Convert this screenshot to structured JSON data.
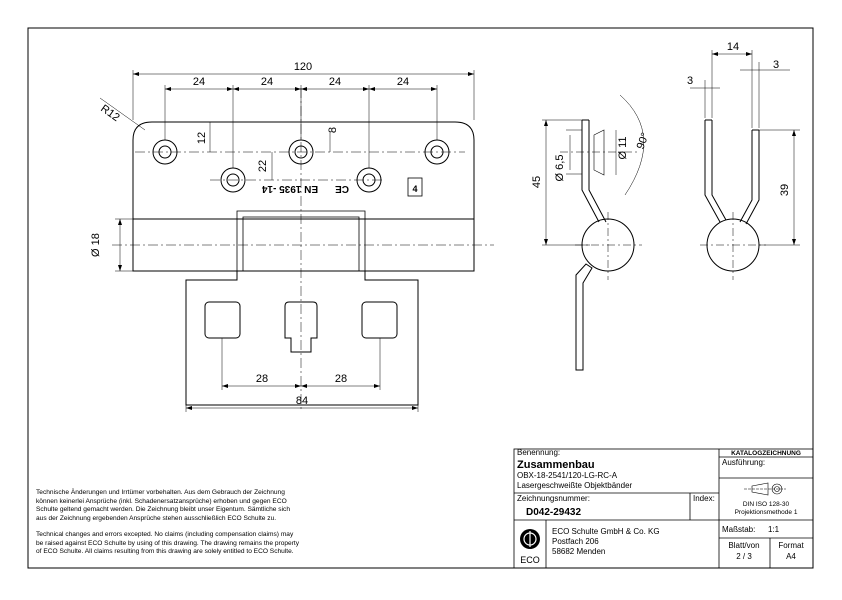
{
  "dimensions": {
    "overall_width": "120",
    "hole_pitch_1": "24",
    "hole_pitch_2": "24",
    "hole_pitch_3": "24",
    "hole_pitch_4": "24",
    "corner_radius": "R12",
    "edge_to_hole": "12",
    "hole_row_offset": "22",
    "hole_top_offset": "8",
    "pin_diameter": "Ø 18",
    "slot_pitch_1": "28",
    "slot_pitch_2": "28",
    "lower_width": "84",
    "hole_dia_1": "Ø 6,5",
    "hole_dia_2": "Ø 11",
    "countersink_angle": "90°",
    "side_height": "45",
    "gap_offset": "14",
    "thickness_left": "3",
    "thickness_right": "3",
    "end_height": "39"
  },
  "part_marking": {
    "en_code": "EN 1935 -14",
    "ce_mark": "CE",
    "grade": "4"
  },
  "notes": {
    "german": [
      "Technische Änderungen und Irrtümer vorbehalten. Aus dem Gebrauch der Zeichnung",
      "können keinerlei Ansprüche (inkl. Schadenersatzansprüche) erhoben und gegen ECO",
      "Schulte geltend gemacht werden. Die Zeichnung bleibt unser Eigentum. Sämtliche sich",
      "aus der Zeichnung ergebenden Ansprüche stehen ausschließlich ECO Schulte zu."
    ],
    "english": [
      "Technical changes and errors excepted. No claims (including compensation claims) may",
      "be raised against ECO Schulte by using of this drawing. The drawing remains the property",
      "of ECO Schulte. All claims resulting from this drawing are solely entitled to ECO Schulte."
    ]
  },
  "title_block": {
    "designation_label": "Benennung:",
    "title": "Zusammenbau",
    "article": "OBX-18-2541/120-LG-RC-A",
    "description": "Lasergeschweißte Objektbänder",
    "drawing_number_label": "Zeichnungsnummer:",
    "drawing_number": "D042-29432",
    "index_label": "Index:",
    "catalog_label": "KATALOGZEICHNUNG",
    "version_label": "Ausführung:",
    "projection_line_1": "DIN ISO 128-30",
    "projection_line_2": "Projektionsmethode 1",
    "scale_label": "Maßstab:",
    "scale_value": "1:1",
    "sheet_label": "Blatt/von",
    "sheet_value": "2 / 3",
    "format_label": "Format",
    "format_value": "A4",
    "company_name": "ECO Schulte GmbH & Co. KG",
    "company_street": "Postfach 206",
    "company_city": "58682 Menden",
    "logo_text": "ECO"
  }
}
